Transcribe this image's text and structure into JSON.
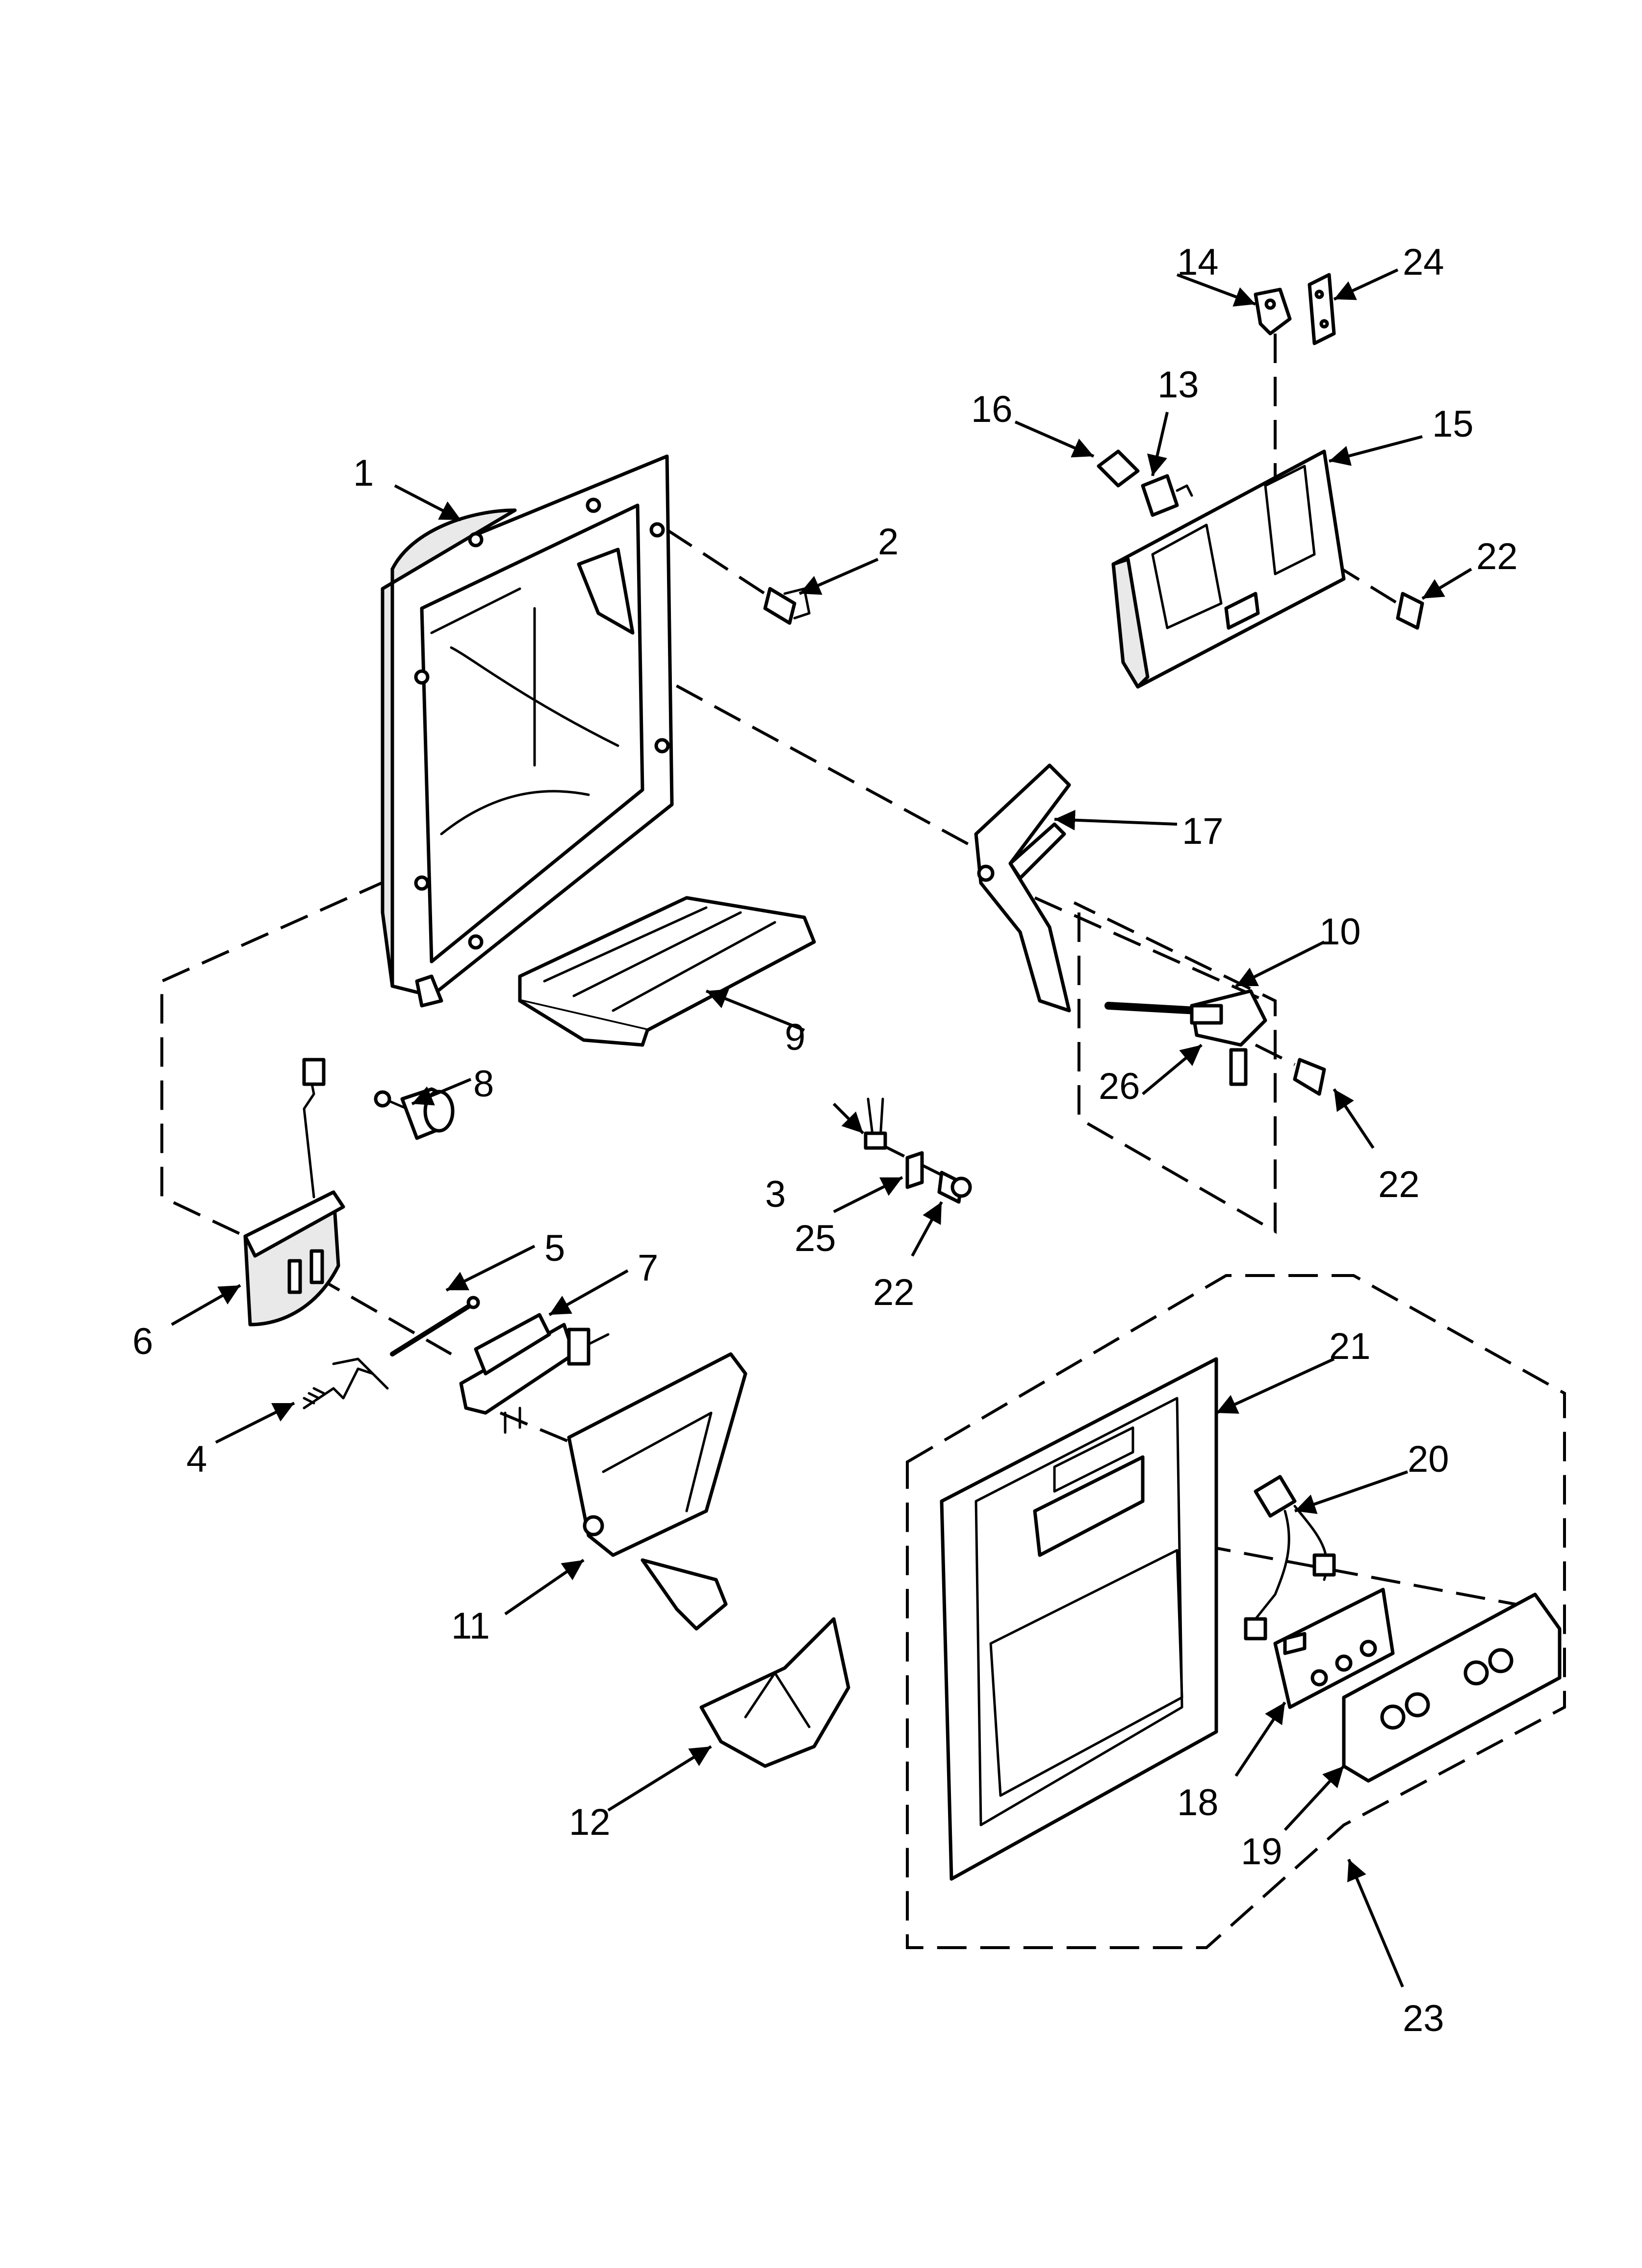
{
  "callouts": [
    {
      "id": "1",
      "text": "1"
    },
    {
      "id": "2",
      "text": "2"
    },
    {
      "id": "3",
      "text": "3"
    },
    {
      "id": "4",
      "text": "4"
    },
    {
      "id": "5",
      "text": "5"
    },
    {
      "id": "6",
      "text": "6"
    },
    {
      "id": "7",
      "text": "7"
    },
    {
      "id": "8",
      "text": "8"
    },
    {
      "id": "9",
      "text": "9"
    },
    {
      "id": "10",
      "text": "10"
    },
    {
      "id": "11",
      "text": "11"
    },
    {
      "id": "12",
      "text": "12"
    },
    {
      "id": "13",
      "text": "13"
    },
    {
      "id": "14",
      "text": "14"
    },
    {
      "id": "15",
      "text": "15"
    },
    {
      "id": "16",
      "text": "16"
    },
    {
      "id": "17",
      "text": "17"
    },
    {
      "id": "18",
      "text": "18"
    },
    {
      "id": "19",
      "text": "19"
    },
    {
      "id": "20",
      "text": "20"
    },
    {
      "id": "21",
      "text": "21"
    },
    {
      "id": "22a",
      "text": "22"
    },
    {
      "id": "22b",
      "text": "22"
    },
    {
      "id": "22c",
      "text": "22"
    },
    {
      "id": "23",
      "text": "23"
    },
    {
      "id": "24",
      "text": "24"
    },
    {
      "id": "25",
      "text": "25"
    },
    {
      "id": "26",
      "text": "26"
    }
  ]
}
